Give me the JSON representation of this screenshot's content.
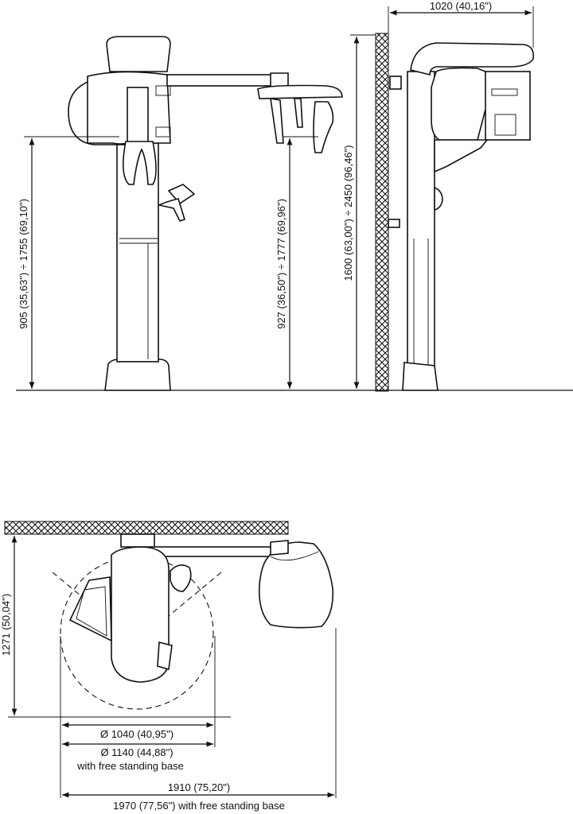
{
  "dimensions": {
    "top_width": "1020 (40,16\")",
    "left_height": "905 (35,63\")  ÷  1755 (69,10\")",
    "mid_height": "927 (36,50\")  ÷  1777 (69,96\")",
    "right_height": "1600 (63,00\")  ÷  2450 (96,46\")",
    "plan_depth": "1271 (50,04\")",
    "diameter_1": "Ø 1040 (40,95\")",
    "diameter_2": "Ø 1140 (44,88\")",
    "diameter_2_note": "with free standing base",
    "width_1": "1910 (75,20\")",
    "width_2": "1970 (77,56\") with free standing base"
  }
}
